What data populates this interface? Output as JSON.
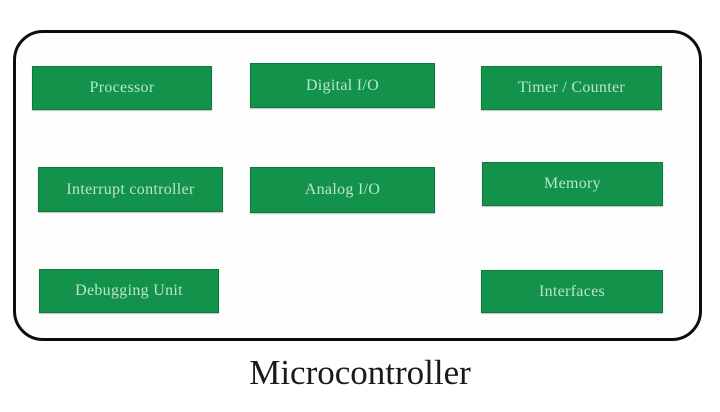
{
  "diagram": {
    "title": "Microcontroller",
    "boxes": [
      {
        "label": "Processor"
      },
      {
        "label": "Digital I/O"
      },
      {
        "label": "Timer / Counter"
      },
      {
        "label": "Interrupt controller"
      },
      {
        "label": "Analog I/O"
      },
      {
        "label": "Memory"
      },
      {
        "label": "Debugging Unit"
      },
      {
        "label": "Interfaces"
      }
    ],
    "colors": {
      "box_fill": "#12924a",
      "box_text": "#b9e5c9",
      "outline_border": "#0d0d0d",
      "background": "#ffffff",
      "caption_text": "#1a1a1a"
    }
  }
}
